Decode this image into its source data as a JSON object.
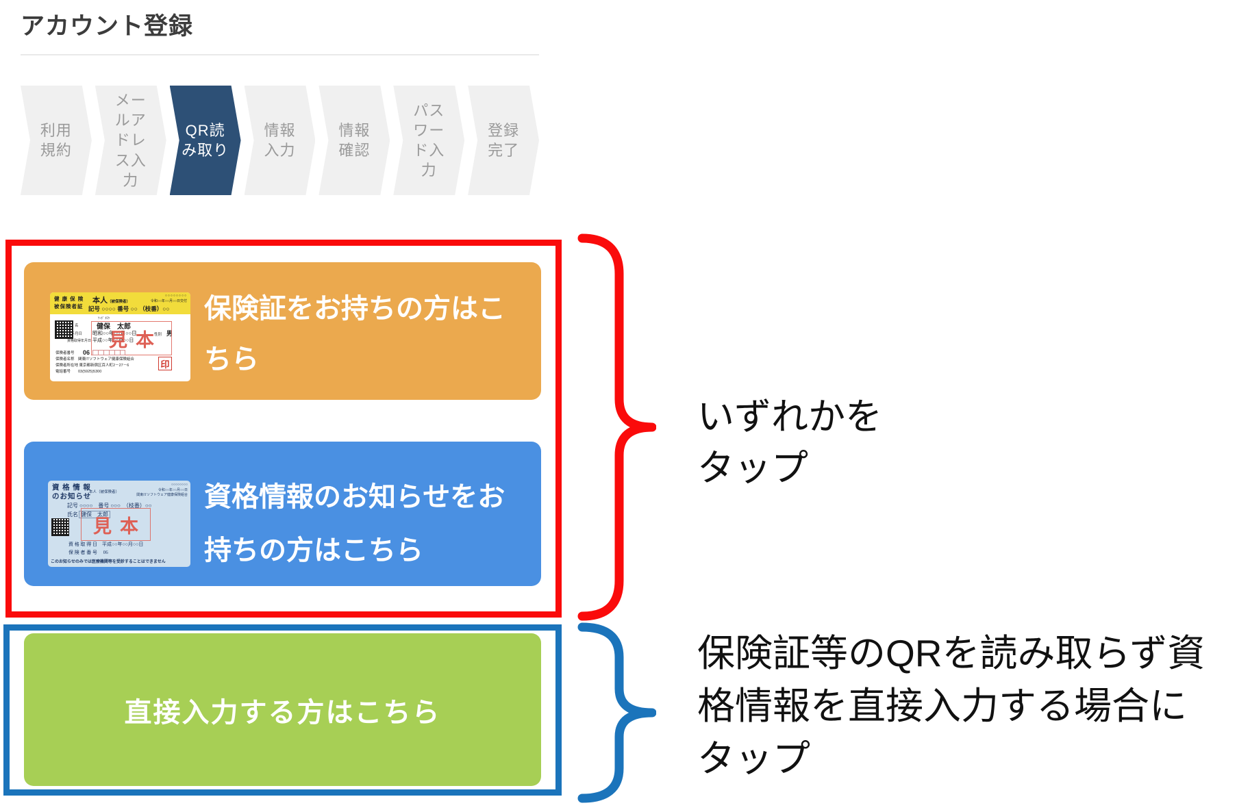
{
  "page": {
    "title": "アカウント登録"
  },
  "colors": {
    "c-red": "#fa0b0b",
    "c-note-blue": "#1b74bb",
    "c-orange": "#eba94e",
    "c-blue": "#4a90e2",
    "c-green": "#a7cf55",
    "c-step-active": "#2d5076",
    "c-step-inactive": "#f0f0f0"
  },
  "steps": {
    "items": [
      {
        "label": "利用\n規約",
        "active": false
      },
      {
        "label": "メー\nルア\nドレ\nス入\n力",
        "active": false
      },
      {
        "label": "QR読\nみ取り",
        "active": true
      },
      {
        "label": "情報\n入力",
        "active": false
      },
      {
        "label": "情報\n確認",
        "active": false
      },
      {
        "label": "パス\nワー\nド入\n力",
        "active": false
      },
      {
        "label": "登録\n完了",
        "active": false
      }
    ]
  },
  "buttons": {
    "insurance_label": "保険証をお持ちの方はこ\nちら",
    "eligibility_label": "資格情報のお知らせをお\n持ちの方はこちら",
    "direct_label": "直接入力する方はこちら"
  },
  "annotations": {
    "tap_either": "いずれかを\nタップ",
    "direct_note": "保険証等のQRを読み取らず資\n格情報を直接入力する場合に\nタップ"
  },
  "insurance_card": {
    "header_left": "健 康 保 険\n被保険者証",
    "honnin": "本人",
    "honnin_sub": "（被保険者）",
    "serial": "○○○○○○○○",
    "issue_date": "令和○○年○○月○○日交付",
    "kigo_row": "記号 ○○○○ 番号 ○○ （枝番）○○",
    "furigana": "ｹﾝﾎﾟ ﾀﾛｳ",
    "name_label": "氏 名",
    "name": "健保　太郎",
    "birth_label": "生年月日",
    "birth": "昭和○○年○○月○○日",
    "sex_label": "性別",
    "sex": "男",
    "acq_label": "資格取得年月日",
    "acq": "平成○○年○○月○○日",
    "mihon": "見本",
    "insurer_no_label": "保険者番号",
    "insurer_no": "06",
    "bottom_rows": "保険者番号\n保険者名称　関東ITソフトウェア健康保険組合\n保険者所在地 東京都新宿区百人町2－27－6\n電話番号　　03(5925)5300",
    "seal": "印"
  },
  "eligibility_card": {
    "title": "資 格 情 報\nのお知らせ",
    "honnin": "本人（被保険者）",
    "right_block": "○○○○○○○○\n令和○○年○○月○○日\n関東ITソフトウェア健康保険組合",
    "kigo_row": "記号 ○○○○　番号 ○○○　（枝番）○○",
    "name_label": "氏名",
    "name": "健保　太郎",
    "mihon": "見本",
    "acq_row": "資 格 取 得 日　平成○○年○○月○○日",
    "insurer_row": "保 険 者 番 号　 06",
    "note": "このお知らせのみでは医療機関等を受診することはできません"
  }
}
